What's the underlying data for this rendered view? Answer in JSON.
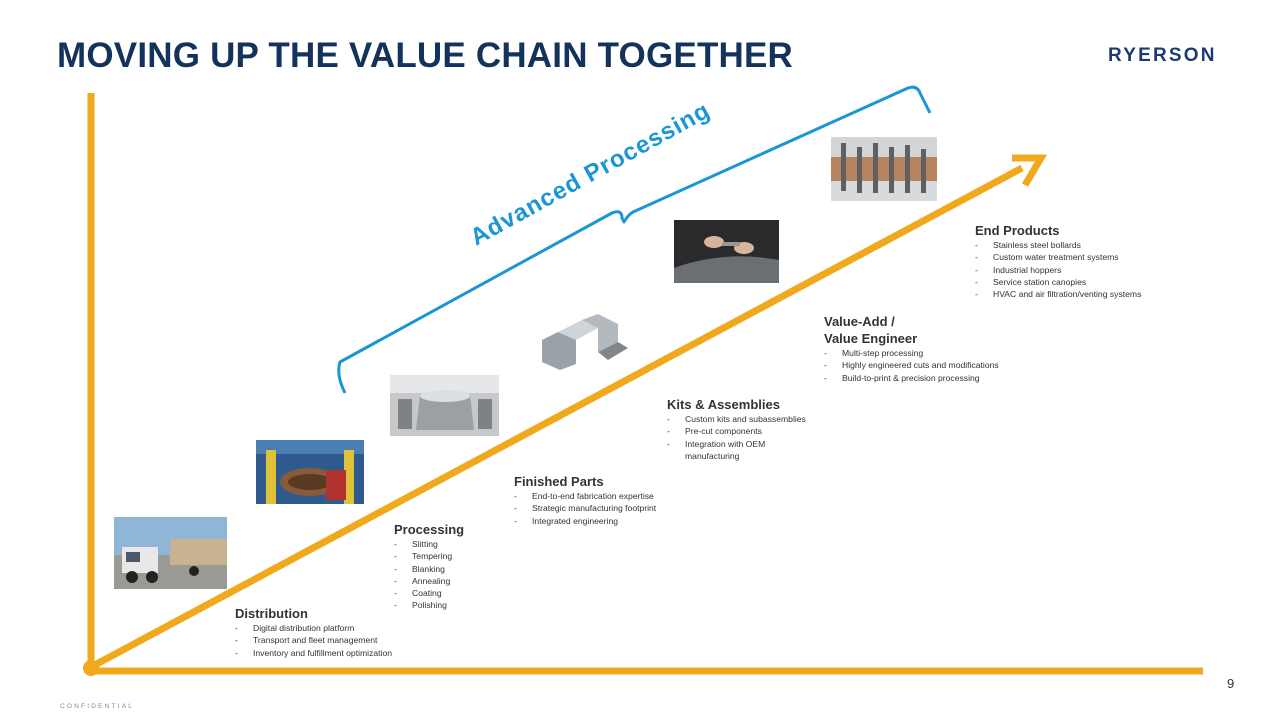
{
  "page": {
    "title": "MOVING UP THE VALUE CHAIN TOGETHER",
    "logo_text": "RYERSON",
    "page_number": "9",
    "footer_label": "CONFIDENTIAL"
  },
  "colors": {
    "axis": "#f0a81d",
    "title": "#13335c",
    "bracket": "#1a96d4",
    "logo": "#1c3b72"
  },
  "bracket": {
    "label": "Advanced Processing"
  },
  "stages": [
    {
      "heading": "Distribution",
      "items": [
        "Digital distribution platform",
        "Transport and fleet management",
        "Inventory and fulfillment optimization"
      ]
    },
    {
      "heading": "Processing",
      "items": [
        "Slitting",
        "Tempering",
        "Blanking",
        "Annealing",
        "Coating",
        "Polishing"
      ]
    },
    {
      "heading": "Finished Parts",
      "items": [
        "End-to-end fabrication expertise",
        "Strategic manufacturing footprint",
        "Integrated engineering"
      ]
    },
    {
      "heading": "Kits & Assemblies",
      "items": [
        "Custom kits and subassemblies",
        "Pre-cut components",
        "Integration with OEM manufacturing"
      ]
    },
    {
      "heading_line1": "Value-Add /",
      "heading_line2": "Value Engineer",
      "items": [
        "Multi-step processing",
        "Highly engineered cuts and modifications",
        "Build-to-print & precision processing"
      ]
    },
    {
      "heading": "End Products",
      "items": [
        "Stainless steel bollards",
        "Custom water treatment systems",
        "Industrial hoppers",
        "Service station canopies",
        "HVAC and air filtration/venting systems"
      ]
    }
  ]
}
